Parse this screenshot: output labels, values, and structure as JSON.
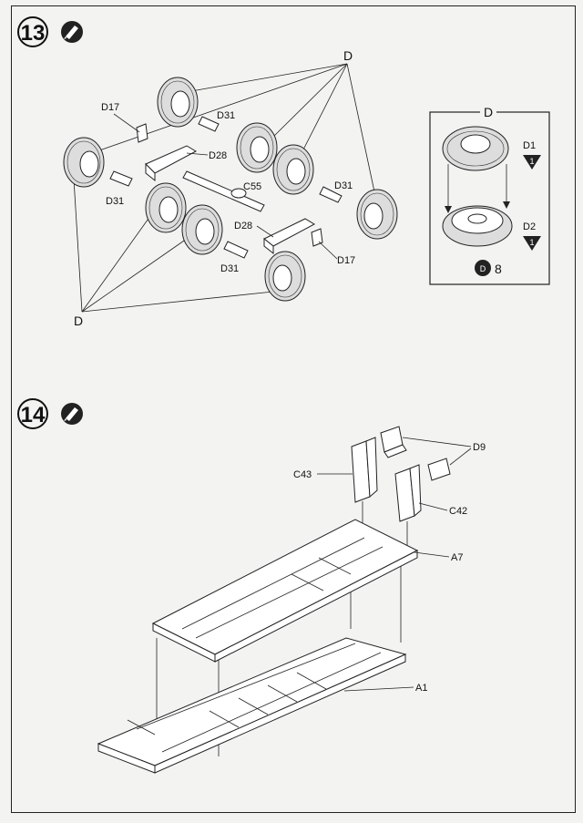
{
  "step13": {
    "number": "13",
    "labels": {
      "d17_a": "D17",
      "d31_a": "D31",
      "d28_a": "D28",
      "d31_b": "D31",
      "c55": "C55",
      "d31_c": "D31",
      "d28_b": "D28",
      "d31_d": "D31",
      "d17_b": "D17",
      "d_top": "D",
      "d_bottom": "D"
    },
    "detail": {
      "title": "D",
      "d1": "D1",
      "d1_badge": "1",
      "d2": "D2",
      "d2_badge": "1",
      "count": "8",
      "count_badge": "D"
    }
  },
  "step14": {
    "number": "14",
    "labels": {
      "d9": "D9",
      "c43": "C43",
      "c42": "C42",
      "a7": "A7",
      "a1": "A1"
    }
  },
  "icons": {
    "glue": "glue-tube-icon"
  }
}
